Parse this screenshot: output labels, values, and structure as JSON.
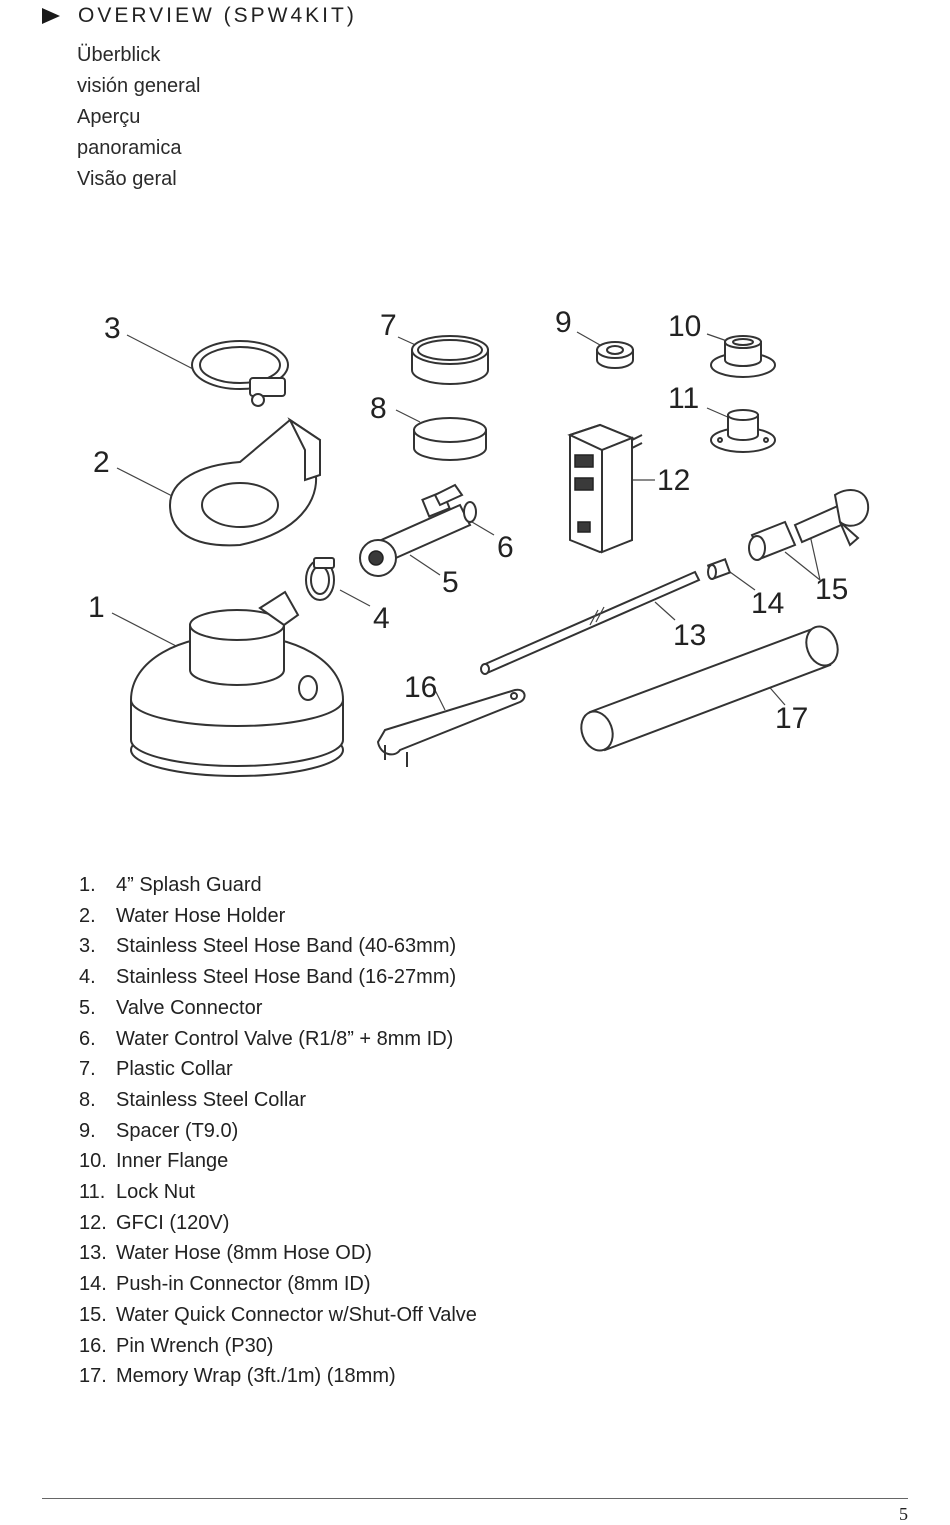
{
  "header": {
    "title": "OVERVIEW (SPW4KIT)"
  },
  "translations": [
    "Überblick",
    "visión general",
    "Aperçu",
    "panoramica",
    "Visão geral"
  ],
  "diagram": {
    "callouts": [
      "1",
      "2",
      "3",
      "4",
      "5",
      "6",
      "7",
      "8",
      "9",
      "10",
      "11",
      "12",
      "13",
      "14",
      "15",
      "16",
      "17"
    ]
  },
  "parts": [
    {
      "num": "1.",
      "label": "4” Splash Guard"
    },
    {
      "num": "2.",
      "label": "Water Hose Holder"
    },
    {
      "num": "3.",
      "label": "Stainless Steel Hose Band (40-63mm)"
    },
    {
      "num": "4.",
      "label": "Stainless Steel Hose Band (16-27mm)"
    },
    {
      "num": "5.",
      "label": "Valve Connector"
    },
    {
      "num": "6.",
      "label": "Water Control Valve (R1/8” + 8mm ID)"
    },
    {
      "num": "7.",
      "label": "Plastic Collar"
    },
    {
      "num": "8.",
      "label": "Stainless Steel Collar"
    },
    {
      "num": "9.",
      "label": "Spacer (T9.0)"
    },
    {
      "num": "10.",
      "label": "Inner Flange"
    },
    {
      "num": "11.",
      "label": "Lock Nut"
    },
    {
      "num": "12.",
      "label": "GFCI (120V)"
    },
    {
      "num": "13.",
      "label": "Water Hose (8mm Hose OD)"
    },
    {
      "num": "14.",
      "label": "Push-in Connector (8mm ID)"
    },
    {
      "num": "15.",
      "label": "Water Quick Connector w/Shut-Off Valve"
    },
    {
      "num": "16.",
      "label": "Pin Wrench (P30)"
    },
    {
      "num": "17.",
      "label": "Memory Wrap (3ft./1m) (18mm)"
    }
  ],
  "footer": {
    "page_number": "5"
  }
}
